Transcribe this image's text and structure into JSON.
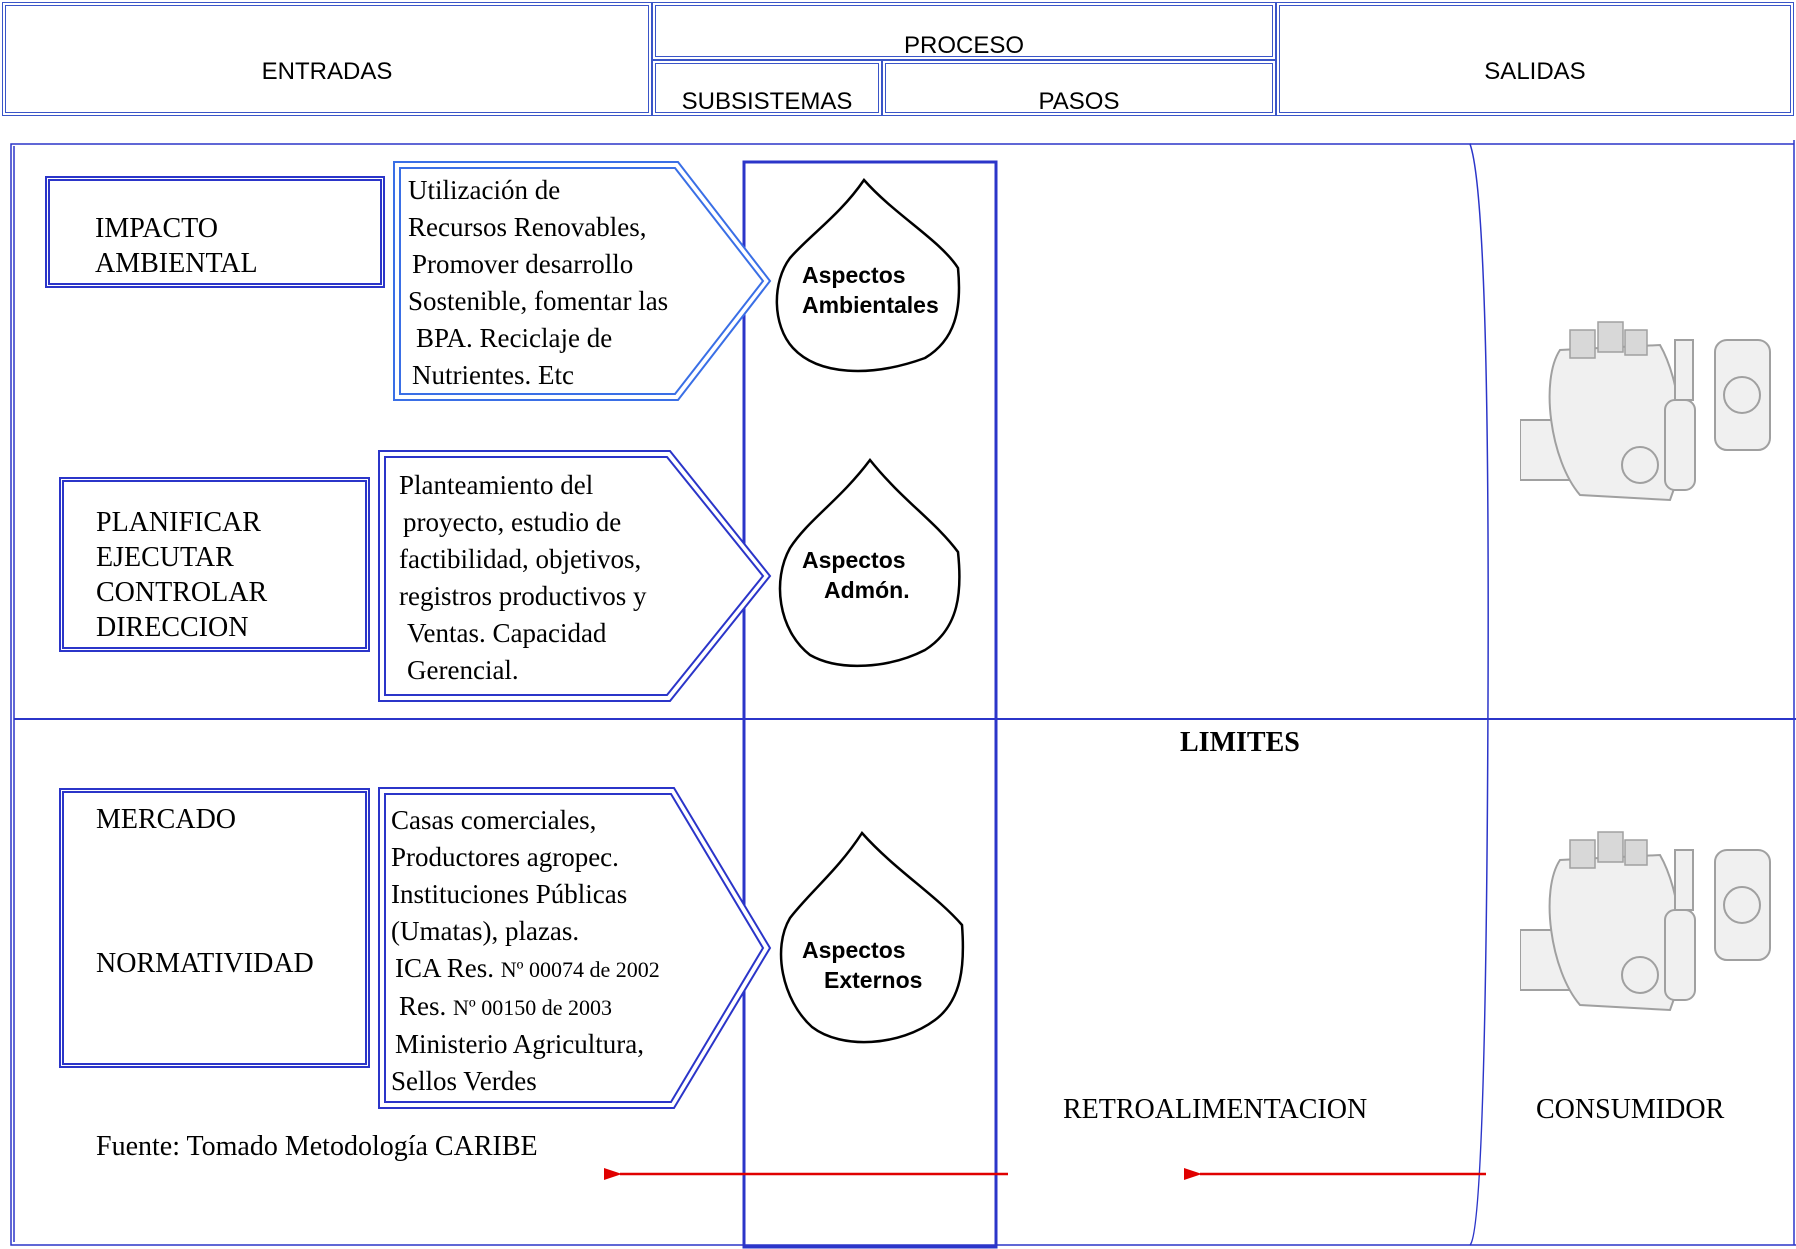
{
  "header": {
    "entradas": "ENTRADAS",
    "proceso": "PROCESO",
    "subsistemas": "SUBSISTEMAS",
    "pasos": "PASOS",
    "salidas": "SALIDAS"
  },
  "inputs": [
    {
      "lines": [
        "IMPACTO",
        "AMBIENTAL"
      ]
    },
    {
      "lines": [
        "PLANIFICAR",
        "EJECUTAR",
        "CONTROLAR",
        "DIRECCION"
      ]
    },
    {
      "lines": [
        "MERCADO",
        "NORMATIVIDAD"
      ]
    }
  ],
  "descriptions": [
    {
      "lines": [
        "Utilización de",
        "Recursos Renovables,",
        "Promover desarrollo",
        "Sostenible, fomentar las",
        "BPA. Reciclaje de",
        "Nutrientes. Etc"
      ]
    },
    {
      "lines": [
        "Planteamiento del",
        "proyecto, estudio de",
        "factibilidad, objetivos,",
        "registros productivos y",
        "Ventas. Capacidad",
        "Gerencial."
      ]
    },
    {
      "lines": [
        "Casas comerciales,",
        "Productores agropec.",
        "Instituciones Públicas",
        "(Umatas), plazas.",
        "ICA Res. ",
        "Nº 00074 de 2002",
        "Res. ",
        "Nº 00150 de 2003",
        "Ministerio Agricultura,",
        "Sellos Verdes"
      ]
    }
  ],
  "subsystems": [
    {
      "lines": [
        "Aspectos",
        "Ambientales"
      ]
    },
    {
      "lines": [
        "Aspectos",
        "Admón."
      ]
    },
    {
      "lines": [
        "Aspectos",
        "Externos"
      ]
    }
  ],
  "labels": {
    "limites": "LIMITES",
    "retroalimentacion": "RETROALIMENTACION",
    "consumidor": "CONSUMIDOR",
    "fuente": "Fuente: Tomado Metodología CARIBE"
  },
  "colors": {
    "border_blue": "#2b35c9",
    "header_blue": "#3a55c8",
    "arrow_red": "#e00000"
  },
  "icons": [
    "fertilizer-products-illustration"
  ]
}
